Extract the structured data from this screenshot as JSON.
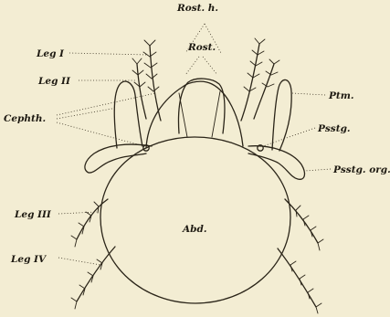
{
  "figure": {
    "labels": {
      "rost_h": "Rost. h.",
      "rost": "Rost.",
      "leg1": "Leg I",
      "leg2": "Leg II",
      "cephth": "Cephth.",
      "ptm": "Ptm.",
      "psstg": "Psstg.",
      "psstg_org": "Psstg. org.",
      "abd": "Abd.",
      "leg3": "Leg III",
      "leg4": "Leg IV"
    },
    "colors": {
      "paper": "#f3edd3",
      "ink": "#2a2418"
    }
  }
}
